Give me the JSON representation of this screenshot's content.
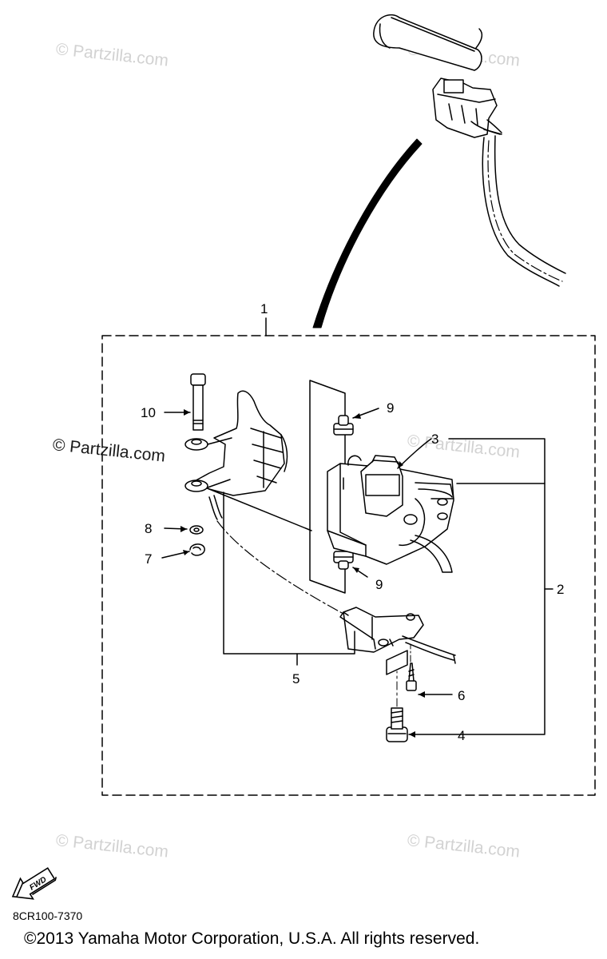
{
  "watermarks": {
    "text": "© Partzilla.com",
    "top_left": "© Partzilla.com",
    "top_right": "© Partzilla.com",
    "middle_left": "© Partzilla.com",
    "middle_right": "© Partzilla.com",
    "bottom_left": "© Partzilla.com",
    "bottom_right": "© Partzilla.com"
  },
  "callouts": {
    "c1": "1",
    "c2": "2",
    "c3": "3",
    "c4": "4",
    "c5": "5",
    "c6": "6",
    "c7": "7",
    "c8": "8",
    "c9a": "9",
    "c9b": "9",
    "c10": "10"
  },
  "fwd_arrow_label": "FWD",
  "diagram_code": "8CR100-7370",
  "copyright": "©2013 Yamaha Motor Corporation, U.S.A. All rights reserved."
}
